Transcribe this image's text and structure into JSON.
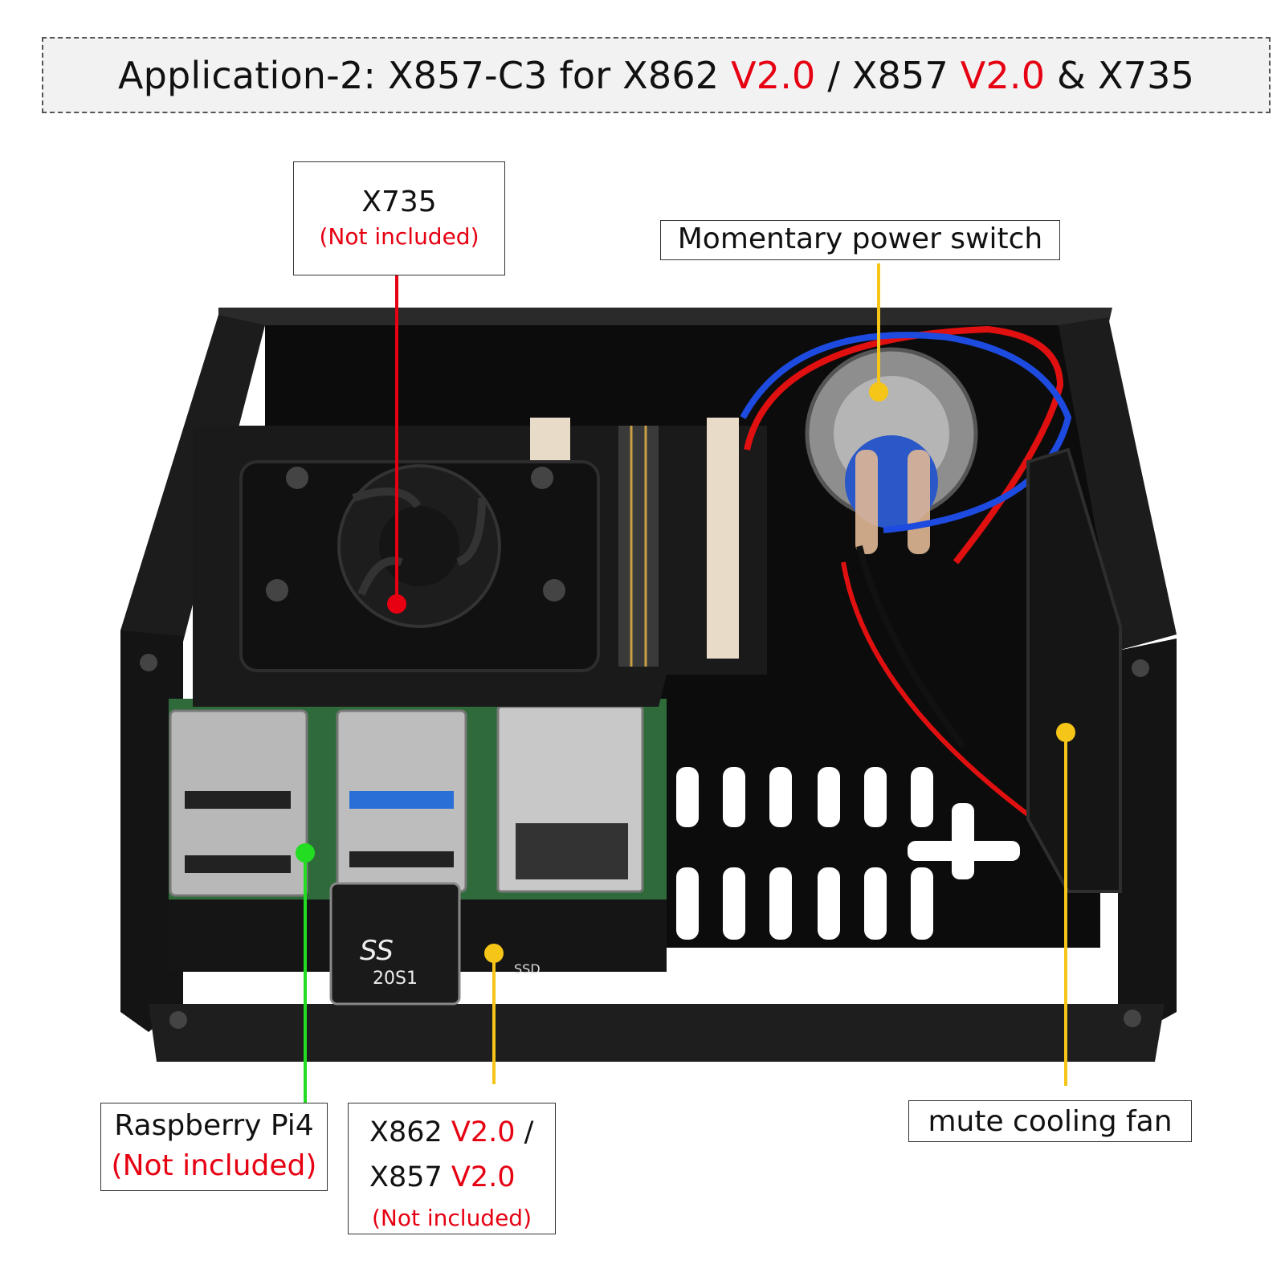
{
  "title": {
    "prefix": "Application-2: X857-C3 for X862 ",
    "v1": "V2.0",
    "sep": " / X857 ",
    "v2": "V2.0",
    "suffix": " & X735"
  },
  "callouts": {
    "x735": {
      "name": "X735",
      "note": "(Not included)"
    },
    "switch": {
      "name": "Momentary power switch"
    },
    "pi4": {
      "name": "Raspberry Pi4",
      "note": "(Not included)"
    },
    "x862": {
      "line1a": "X862 ",
      "line1b": "V2.0",
      "line1c": " /",
      "line2a": "X857 ",
      "line2b": "V2.0",
      "note": "(Not included)"
    },
    "fan": {
      "name": "mute cooling fan"
    }
  },
  "board_marks": {
    "ssd": "SSD",
    "usb_ss": "SS",
    "usb_code": "20S1"
  },
  "colors": {
    "red": "#e60012",
    "green": "#22dd22",
    "yellow": "#f5c518",
    "case": "#101010"
  }
}
